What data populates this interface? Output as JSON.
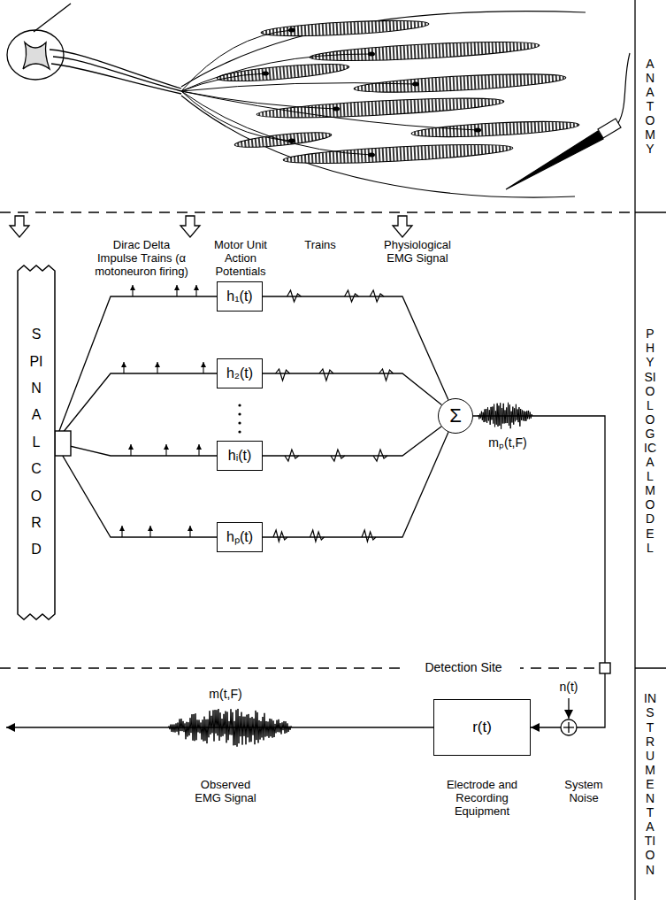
{
  "diagram": {
    "nodes": [
      {
        "text": [
          "SPINAL CORD"
        ]
      },
      {
        "text": [
          "h₁(t)"
        ]
      },
      {
        "text": [
          "h₂(t)"
        ]
      },
      {
        "text": [
          "hᵢ(t)"
        ]
      },
      {
        "text": [
          "hₚ(t)"
        ]
      },
      {
        "text": [
          "Σ"
        ]
      },
      {
        "text": [
          "r(t)"
        ]
      }
    ],
    "edges": [
      {
        "from": 0,
        "to": 1,
        "arrow": "none"
      },
      {
        "from": 0,
        "to": 2,
        "arrow": "none"
      },
      {
        "from": 0,
        "to": 3,
        "arrow": "none"
      },
      {
        "from": 0,
        "to": 4,
        "arrow": "none"
      },
      {
        "from": 1,
        "to": 5,
        "arrow": "none"
      },
      {
        "from": 2,
        "to": 5,
        "arrow": "none"
      },
      {
        "from": 3,
        "to": 5,
        "arrow": "none"
      },
      {
        "from": 4,
        "to": 5,
        "arrow": "none"
      },
      {
        "from": 5,
        "to": 6,
        "arrow": "to"
      }
    ],
    "labels": [
      "ANATOMY",
      "PHYSIOLOGICAL MODEL",
      "INSTRUMENTATION",
      "Dirac Delta Impulse Trains (α motoneuron firing)",
      "Motor Unit Action Potentials",
      "Trains",
      "Physiological EMG Signal",
      "mₚ(t,F)",
      "Detection Site",
      "n(t)",
      "m(t,F)",
      "Observed EMG Signal",
      "Electrode and Recording Equipment",
      "System Noise"
    ]
  }
}
